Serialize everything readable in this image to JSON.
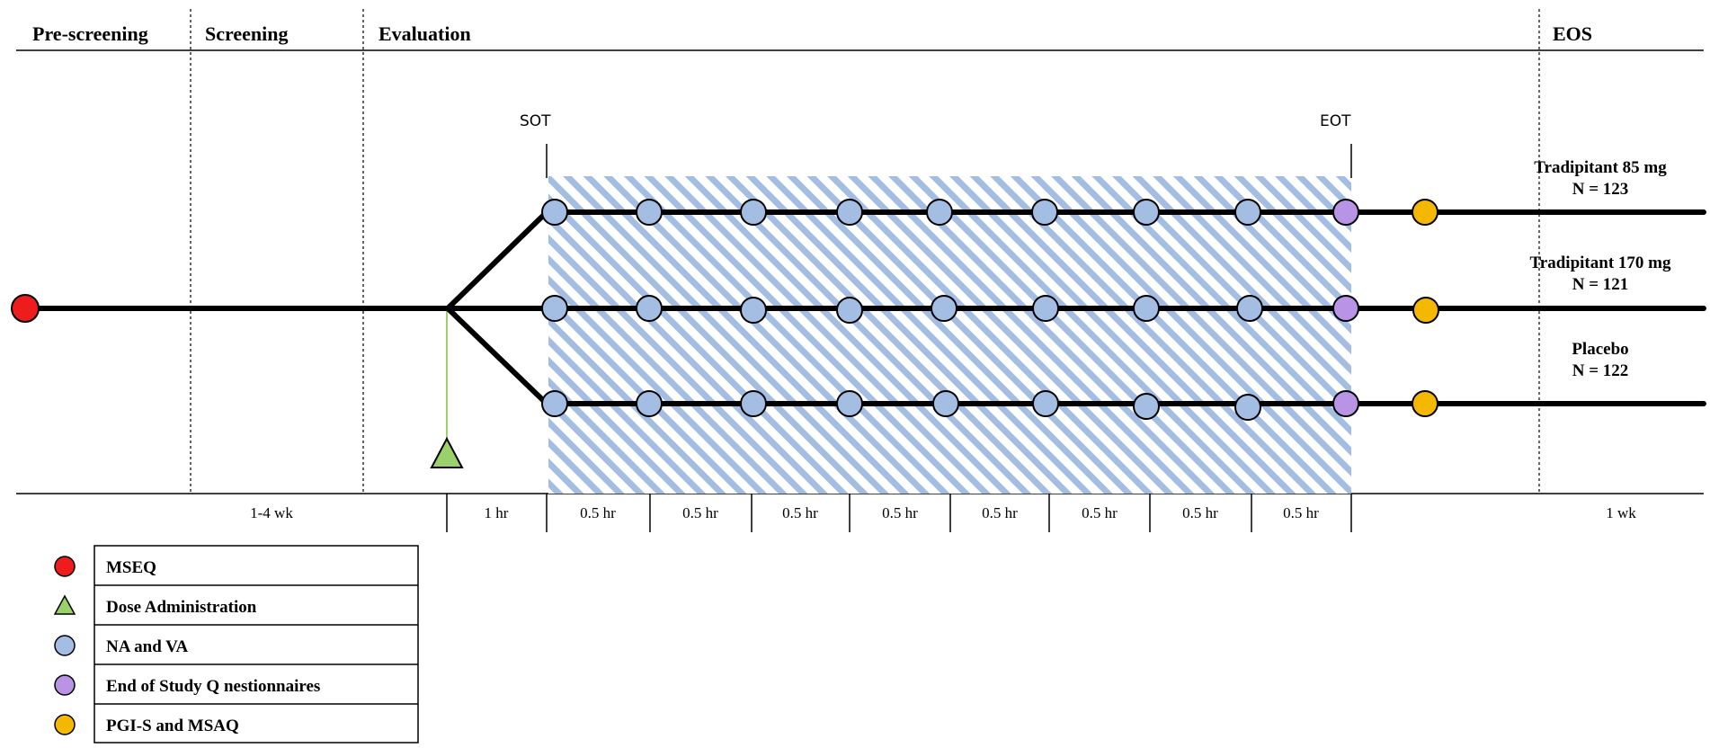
{
  "phases": {
    "prescreening": "Pre-screening",
    "screening": "Screening",
    "evaluation": "Evaluation",
    "eos": "EOS"
  },
  "markers": {
    "sot": "SOT",
    "eot": "EOT"
  },
  "arms": [
    {
      "name": "Tradipitant 85 mg",
      "n": "N = 123"
    },
    {
      "name": "Tradipitant 170 mg",
      "n": "N = 121"
    },
    {
      "name": "Placebo",
      "n": "N = 122"
    }
  ],
  "durations": {
    "screening": "1-4 wk",
    "predose": "1 hr",
    "interval": "0.5 hr",
    "followup": "1 wk"
  },
  "legend": [
    {
      "key": "mseq",
      "label": "MSEQ",
      "symbol": "circle",
      "color": "#ee1c1c"
    },
    {
      "key": "dose",
      "label": "Dose Administration",
      "symbol": "triangle",
      "color": "#9bd16a"
    },
    {
      "key": "na-va",
      "label": "NA and VA",
      "symbol": "circle",
      "color": "#a3bde3"
    },
    {
      "key": "eos-q",
      "label": "End of Study Q nestionnaires",
      "symbol": "circle",
      "color": "#b994e6"
    },
    {
      "key": "pgis",
      "label": "PGI-S and MSAQ",
      "symbol": "circle",
      "color": "#f5b800"
    }
  ],
  "colors": {
    "mseq": "#ee1c1c",
    "dose": "#9bd16a",
    "assessment": "#a3bde3",
    "eos_questionnaire": "#b994e6",
    "pgis_msaq": "#f5b800",
    "hatch": "#a3bde3"
  }
}
